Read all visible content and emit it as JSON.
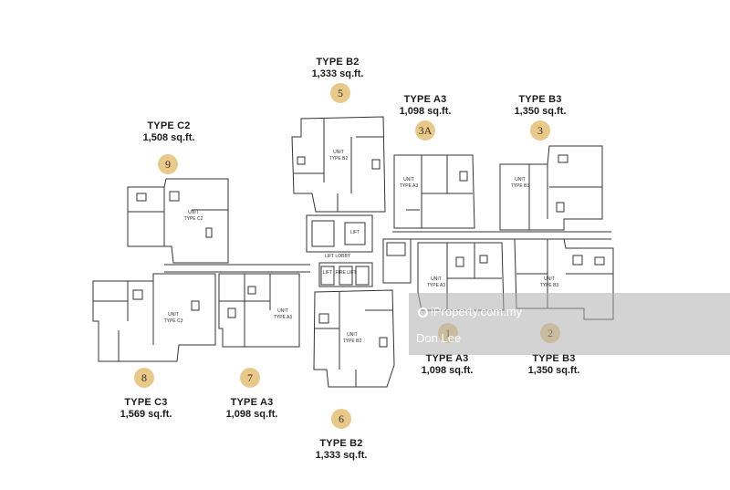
{
  "units": [
    {
      "id": "5",
      "type": "TYPE B2",
      "area": "1,333 sq.ft."
    },
    {
      "id": "3A",
      "type": "TYPE A3",
      "area": "1,098 sq.ft."
    },
    {
      "id": "3",
      "type": "TYPE B3",
      "area": "1,350 sq.ft."
    },
    {
      "id": "9",
      "type": "TYPE C2",
      "area": "1,508 sq.ft."
    },
    {
      "id": "1",
      "type": "TYPE A3",
      "area": "1,098 sq.ft."
    },
    {
      "id": "2",
      "type": "TYPE B3",
      "area": "1,350 sq.ft."
    },
    {
      "id": "8",
      "type": "TYPE C3",
      "area": "1,569 sq.ft."
    },
    {
      "id": "7",
      "type": "TYPE A3",
      "area": "1,098 sq.ft."
    },
    {
      "id": "6",
      "type": "TYPE B2",
      "area": "1,333 sq.ft."
    }
  ],
  "plan_labels": {
    "unit_word": "UNIT",
    "b2": "TYPE B2",
    "a3": "TYPE A3",
    "b3": "TYPE B3",
    "c2": "TYPE C2",
    "c3": "TYPE C3",
    "lift_lobby": "LIFT LOBBY",
    "lift": "LIFT",
    "fire_lift": "FIRE LIFT"
  },
  "colors": {
    "badge": "#e8c98a",
    "line": "#333333"
  },
  "watermark": {
    "site": "iProperty.com.my",
    "agent": "Don Lee"
  }
}
